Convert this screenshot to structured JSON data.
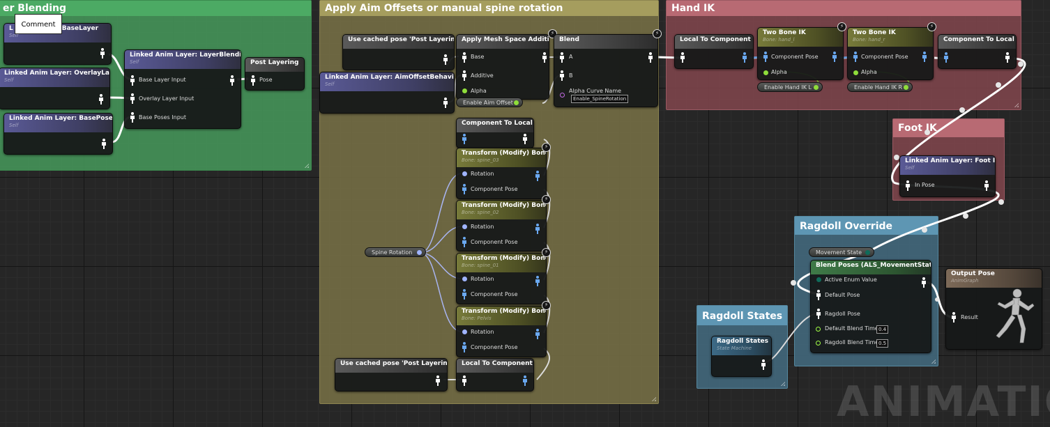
{
  "tooltip": "Comment",
  "watermark": "ANIMATION",
  "colors": {
    "exec_wire": "#ffffff",
    "float_wire": "#a8b4f0",
    "bool_pin": "#8fdd3a",
    "enum_pin": "#0f6b5a",
    "transform_pin": "#ee9a3a",
    "float_pin": "#a1ff45",
    "curve_pin": "#c26ae2",
    "rotator_pin": "#a0b4ff",
    "component_pose": "#6aa8f0"
  },
  "comments": {
    "layer_blending": "er Blending",
    "aim_offsets": "Apply Aim Offsets or manual spine rotation",
    "hand_ik": "Hand IK",
    "foot_ik": "Foot IK",
    "ragdoll_override": "Ragdoll Override",
    "ragdoll_states": "Ragdoll States"
  },
  "nodes": {
    "base_layer": {
      "title_prefix": "L",
      "title": "BaseLayer",
      "sub": "Self"
    },
    "overlay_layer": {
      "title": "Linked Anim Layer: OverlayLayer",
      "sub": "Self"
    },
    "base_poses": {
      "title": "Linked Anim Layer: BasePoses",
      "sub": "Self"
    },
    "layer_blending": {
      "title": "Linked Anim Layer: LayerBlending",
      "sub": "Self",
      "pins": [
        "Base Layer Input",
        "Overlay Layer Input",
        "Base Poses Input"
      ]
    },
    "post_layering": {
      "title": "Post Layering",
      "pin": "Pose"
    },
    "cached_pose_top": {
      "title": "Use cached pose 'Post Layering'"
    },
    "aim_offset_behaviors": {
      "title": "Linked Anim Layer: AimOffsetBehaviors",
      "sub": "Self"
    },
    "mesh_space_additive": {
      "title": "Apply Mesh Space Additive",
      "pins": [
        "Base",
        "Additive",
        "Alpha"
      ]
    },
    "enable_aim_offset": {
      "label": "Enable Aim Offset"
    },
    "blend": {
      "title": "Blend",
      "pins": [
        "A",
        "B",
        "Alpha Curve Name"
      ],
      "curve_value": "Enable_SpineRotation"
    },
    "component_to_local_mid": {
      "title": "Component To Local"
    },
    "transform_bones": [
      {
        "title": "Transform (Modify) Bone",
        "sub": "Bone: spine_03",
        "pins": [
          "Rotation",
          "Component Pose"
        ]
      },
      {
        "title": "Transform (Modify) Bone",
        "sub": "Bone: spine_02",
        "pins": [
          "Rotation",
          "Component Pose"
        ]
      },
      {
        "title": "Transform (Modify) Bone",
        "sub": "Bone: spine_01",
        "pins": [
          "Rotation",
          "Component Pose"
        ]
      },
      {
        "title": "Transform (Modify) Bone",
        "sub": "Bone: Pelvis",
        "pins": [
          "Rotation",
          "Component Pose"
        ]
      }
    ],
    "spine_rotation": {
      "label": "Spine Rotation"
    },
    "cached_pose_bottom": {
      "title": "Use cached pose 'Post Layering'"
    },
    "local_to_component_bottom": {
      "title": "Local To Component"
    },
    "local_to_component_top": {
      "title": "Local To Component"
    },
    "two_bone_ik_l": {
      "title": "Two Bone IK",
      "sub": "Bone: hand_l",
      "pins": [
        "Component Pose",
        "Alpha"
      ]
    },
    "two_bone_ik_r": {
      "title": "Two Bone IK",
      "sub": "Bone: hand_r",
      "pins": [
        "Component Pose",
        "Alpha"
      ]
    },
    "enable_hand_ik_l": {
      "label": "Enable Hand IK L"
    },
    "enable_hand_ik_r": {
      "label": "Enable Hand IK R"
    },
    "component_to_local_top": {
      "title": "Component To Local"
    },
    "foot_ik_layer": {
      "title": "Linked Anim Layer: Foot IK",
      "sub": "Self",
      "pin": "In Pose"
    },
    "movement_state": {
      "label": "Movement State"
    },
    "blend_poses": {
      "title": "Blend Poses (ALS_MovementState)",
      "pins": [
        "Active Enum Value",
        "Default Pose",
        "Ragdoll Pose",
        "Default Blend Time",
        "Ragdoll Blend Time"
      ],
      "default_blend_time": "0.4",
      "ragdoll_blend_time": "0.5"
    },
    "output_pose": {
      "title": "Output Pose",
      "sub": "AnimGraph",
      "pin": "Result"
    },
    "ragdoll_states": {
      "title": "Ragdoll States",
      "sub": "State Machine"
    }
  }
}
